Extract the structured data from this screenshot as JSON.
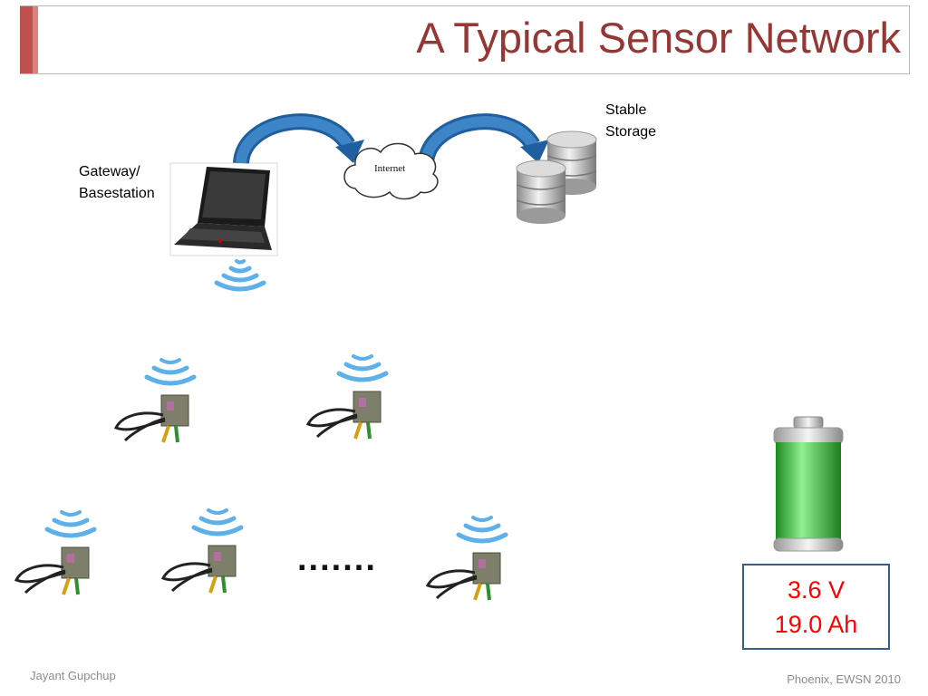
{
  "slide": {
    "title": "A Typical Sensor Network",
    "labels": {
      "gateway_line1": "Gateway/",
      "gateway_line2": "Basestation",
      "storage_line1": "Stable",
      "storage_line2": "Storage",
      "internet": "Internet"
    },
    "ellipsis": ".......",
    "battery": {
      "voltage": "3.6 V",
      "capacity": "19.0 Ah"
    },
    "footer": {
      "author": "Jayant Gupchup",
      "venue": "Phoenix, EWSN 2010"
    }
  },
  "colors": {
    "title": "#953735",
    "accent": "#c0504d",
    "arrow": "#1f5f9f",
    "signal": "#5db0e8",
    "battery_text": "#ff0000",
    "battery_fill": "#2fb52f"
  },
  "icons": [
    "laptop-icon",
    "cloud-icon",
    "database-icon",
    "curved-arrow-icon",
    "wifi-signal-icon",
    "sensor-node-icon",
    "battery-icon"
  ]
}
